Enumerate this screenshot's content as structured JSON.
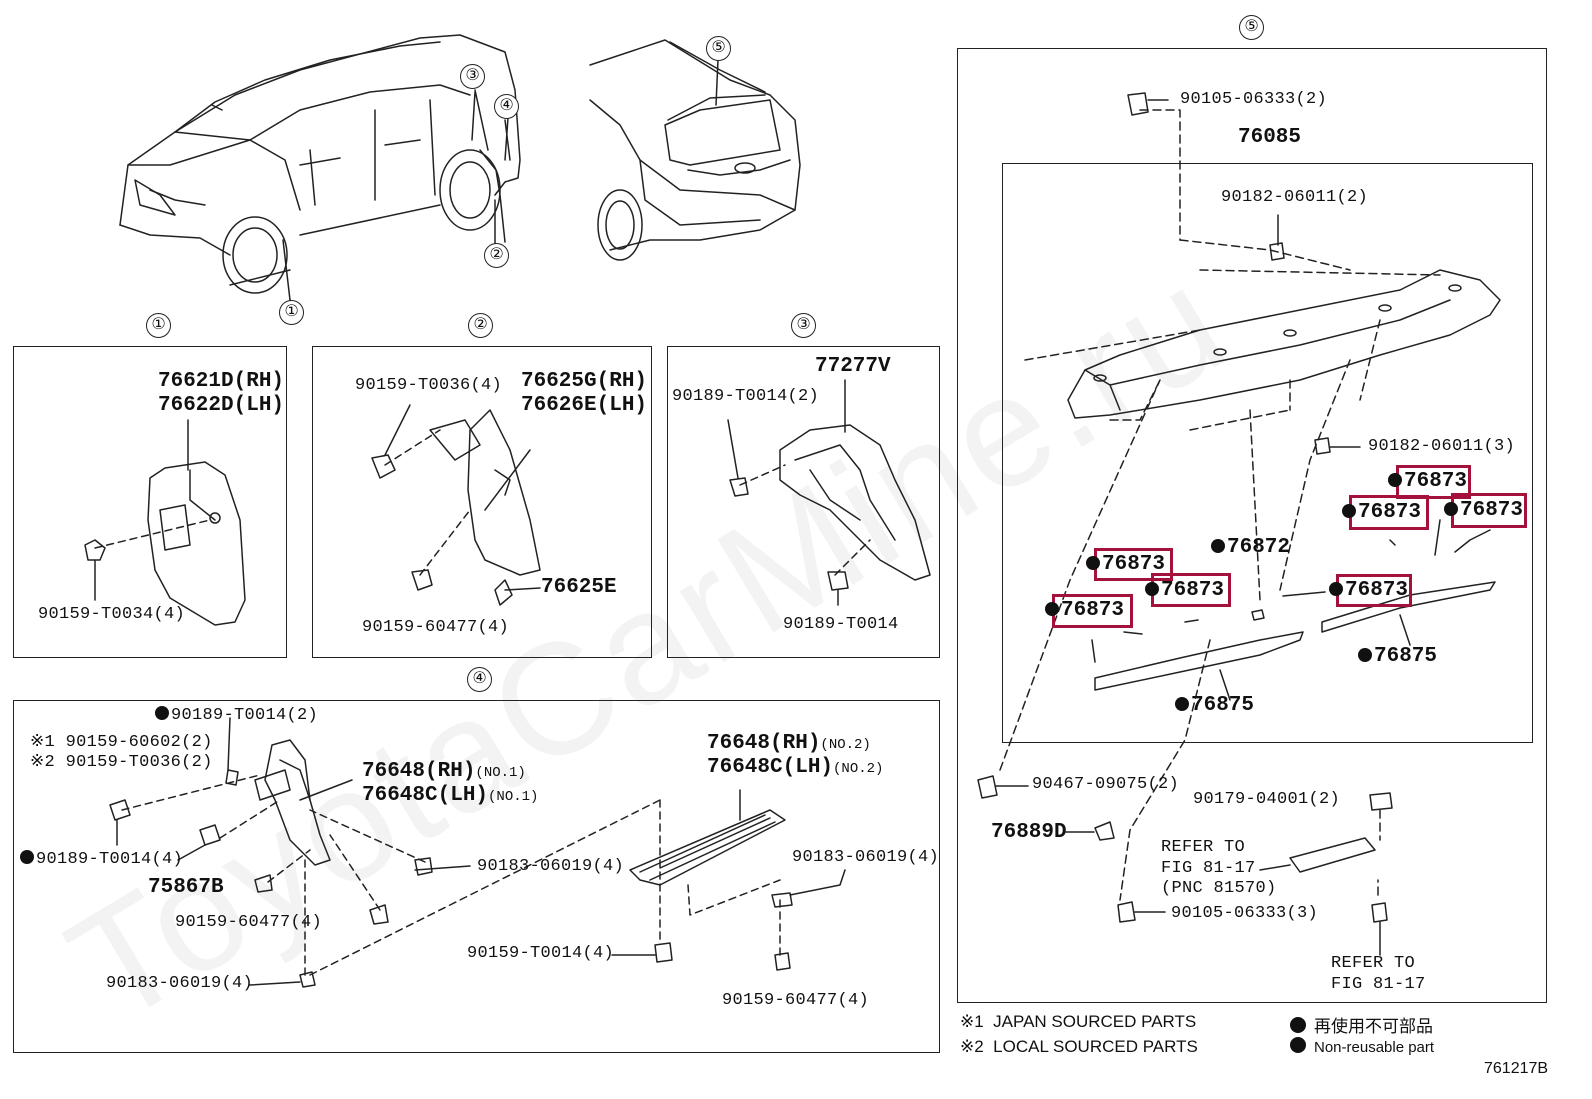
{
  "callouts": {
    "c1": "①",
    "c2": "②",
    "c3": "③",
    "c4": "④",
    "c5": "⑤"
  },
  "panel1": {
    "part_rh": "76621D(RH)",
    "part_lh": "76622D(LH)",
    "screw": "90159-T0034(4)"
  },
  "panel2": {
    "screw_top": "90159-T0036(4)",
    "part_rh": "76625G(RH)",
    "part_lh": "76626E(LH)",
    "screw_bottom": "90159-60477(4)",
    "clip": "76625E"
  },
  "panel3": {
    "part": "77277V",
    "clip_top": "90189-T0014(2)",
    "clip_bottom": "90189-T0014"
  },
  "panel4": {
    "clip_a": "90189-T0014(2)",
    "note1_mark": "※1",
    "note1_part": "90159-60602(2)",
    "note2_mark": "※2",
    "note2_part": "90159-T0036(2)",
    "bracket_rh": "76648(RH)",
    "bracket_rh_no": "(NO.1)",
    "bracket_lh": "76648C(LH)",
    "bracket_lh_no": "(NO.1)",
    "clip_b": "90189-T0014(4)",
    "nut_a": "90183-06019(4)",
    "part_75867": "75867B",
    "screw_a": "90159-60477(4)",
    "nut_b": "90183-06019(4)",
    "bracket2_rh": "76648(RH)",
    "bracket2_rh_no": "(NO.2)",
    "bracket2_lh": "76648C(LH)",
    "bracket2_lh_no": "(NO.2)",
    "nut_c": "90183-06019(4)",
    "screw_b": "90159-T0014(4)",
    "screw_c": "90159-60477(4)"
  },
  "panel5": {
    "bolt_top": "90105-06333(2)",
    "spoiler": "76085",
    "nut_top": "90182-06011(2)",
    "nut_mid": "90182-06011(3)",
    "tape": "76873",
    "pad": "76872",
    "strip": "76875",
    "clip_left": "90467-09075(2)",
    "cap": "76889D",
    "grommet": "90179-04001(2)",
    "refer1": "REFER TO",
    "refer1_fig": "FIG 81-17",
    "refer1_pnc": "(PNC 81570)",
    "bolt_bottom": "90105-06333(3)",
    "refer2": "REFER TO",
    "refer2_fig": "FIG 81-17"
  },
  "legend": {
    "n1_mark": "※1",
    "n1_text": "JAPAN SOURCED PARTS",
    "n2_mark": "※2",
    "n2_text": "LOCAL SOURCED PARTS",
    "jp_text": "再使用不可部品",
    "en_text": "Non-reusable part"
  },
  "figure_id": "761217B",
  "watermark": "ToyotaCarMine.ru",
  "colors": {
    "highlight": "#a4113b",
    "line": "#222222"
  }
}
